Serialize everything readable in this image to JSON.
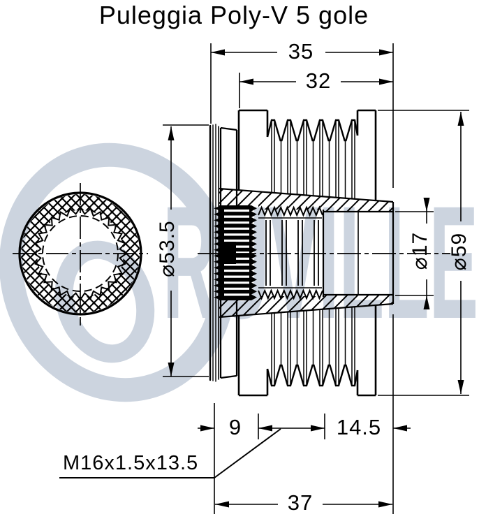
{
  "title": "Puleggia Poly-V 5 gole",
  "watermark": {
    "text": "RUVILLE",
    "color": "#ccd4df"
  },
  "colors": {
    "line": "#000000",
    "background": "#ffffff"
  },
  "dimensions": {
    "overall_width": "35",
    "groove_band_width": "32",
    "flange_diameter": "⌀53.5",
    "bore_diameter": "⌀17",
    "outer_diameter": "⌀59",
    "left_offset": "9",
    "right_offset": "14.5",
    "thread": "M16x1.5x13.5",
    "total_length": "37"
  }
}
